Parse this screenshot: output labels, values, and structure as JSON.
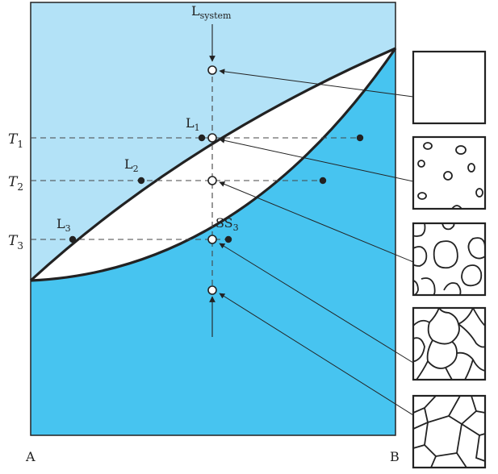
{
  "diagram": {
    "colors": {
      "liquid_region": "#b3e2f7",
      "solid_region": "#47c4f0",
      "two_phase_region": "#ffffff",
      "line": "#222222"
    },
    "axis_labels": {
      "left": "A",
      "right": "B"
    },
    "temperature_labels": [
      {
        "main": "T",
        "sub": "1"
      },
      {
        "main": "T",
        "sub": "2"
      },
      {
        "main": "T",
        "sub": "3"
      }
    ],
    "point_labels": {
      "l_system": {
        "main": "L",
        "sub": "system"
      },
      "l1": {
        "main": "L",
        "sub": "1"
      },
      "l2": {
        "main": "L",
        "sub": "2"
      },
      "l3": {
        "main": "L",
        "sub": "3"
      },
      "ss3": {
        "main": "SS",
        "sub": "3"
      }
    },
    "microstructures": [
      {
        "stage": "liquid"
      },
      {
        "stage": "nuclei"
      },
      {
        "stage": "growing-grains"
      },
      {
        "stage": "impinging-grains"
      },
      {
        "stage": "solid-polycrystal"
      }
    ]
  }
}
